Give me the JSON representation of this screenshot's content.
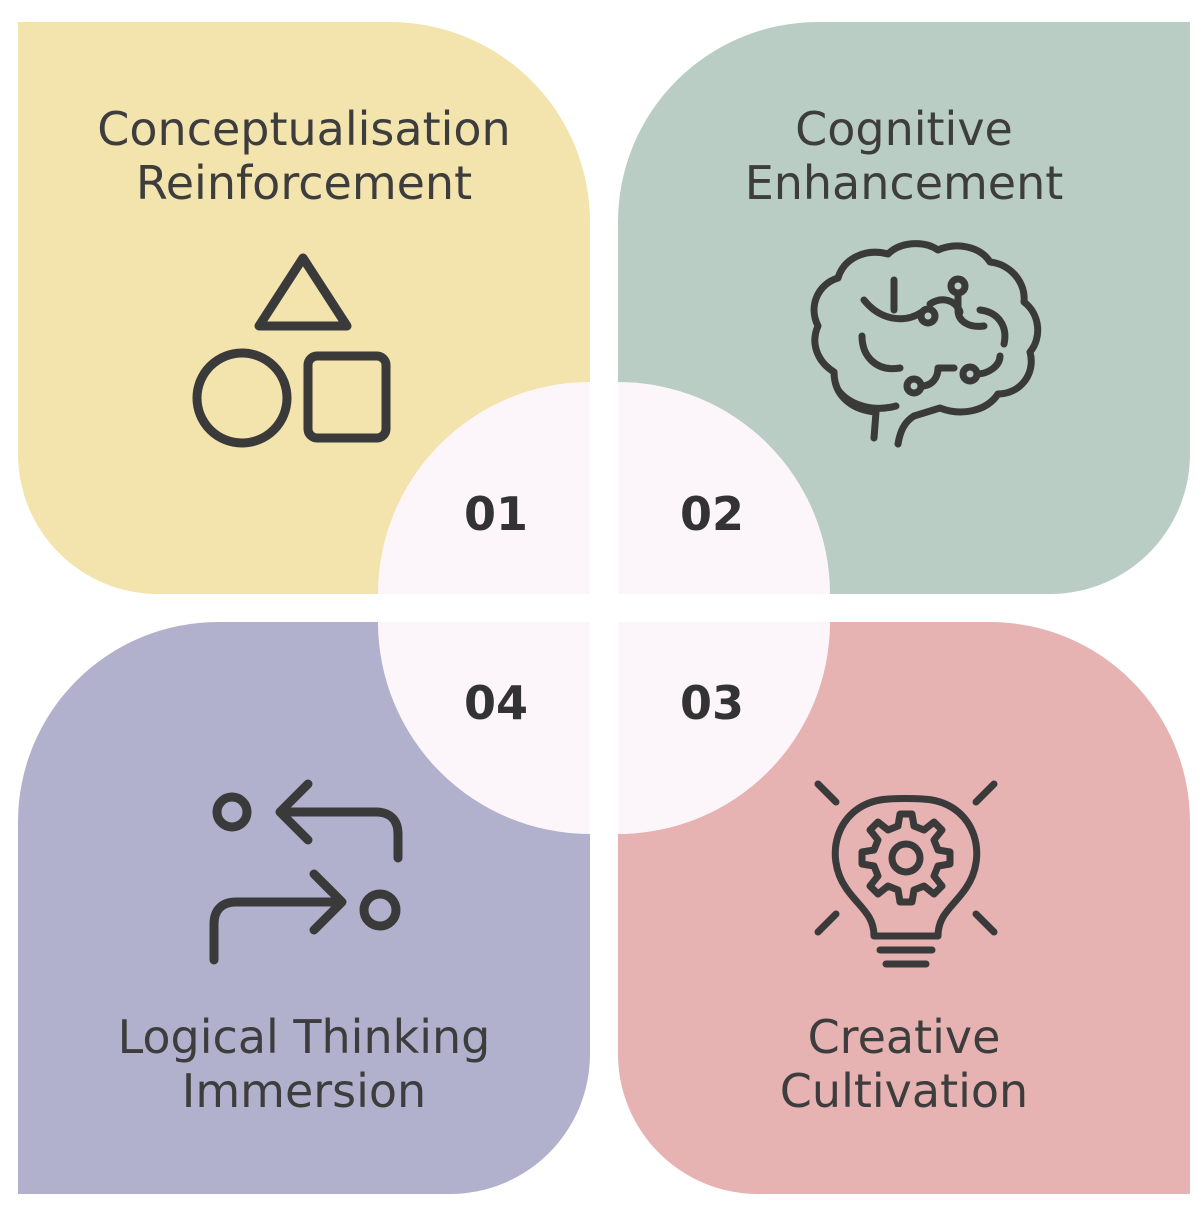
{
  "colors": {
    "panel_1": "#f3e3ac",
    "panel_2": "#b9cdc5",
    "panel_3": "#e6b3b2",
    "panel_4": "#b1b1cd",
    "center": "#fcf6fa",
    "ink": "#3a3a3a"
  },
  "items": [
    {
      "number": "01",
      "title_line1": "Conceptualisation",
      "title_line2": "Reinforcement",
      "icon": "shapes-icon"
    },
    {
      "number": "02",
      "title_line1": "Cognitive",
      "title_line2": "Enhancement",
      "icon": "brain-icon"
    },
    {
      "number": "03",
      "title_line1": "Creative",
      "title_line2": "Cultivation",
      "icon": "lightbulb-gear-icon"
    },
    {
      "number": "04",
      "title_line1": "Logical Thinking",
      "title_line2": "Immersion",
      "icon": "flow-arrows-icon"
    }
  ]
}
